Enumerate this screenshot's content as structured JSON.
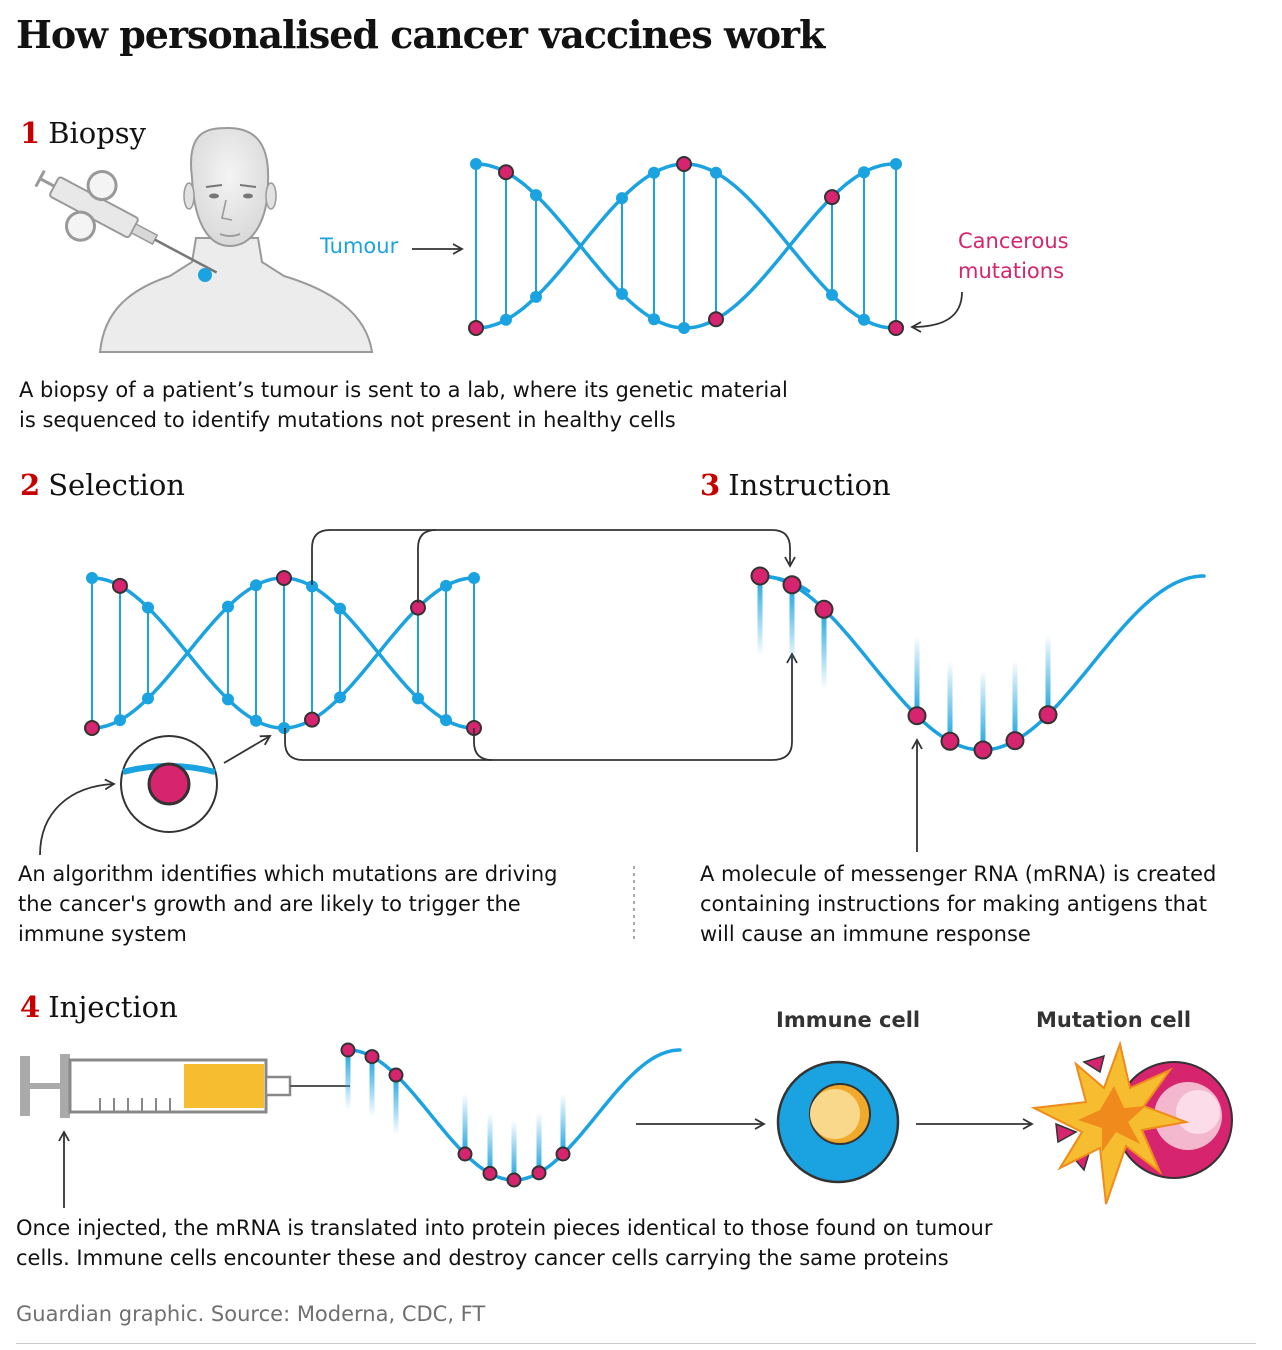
{
  "title": "How personalised cancer vaccines work",
  "steps": [
    {
      "number": "1",
      "title": "Biopsy"
    },
    {
      "number": "2",
      "title": "Selection"
    },
    {
      "number": "3",
      "title": "Instruction"
    },
    {
      "number": "4",
      "title": "Injection"
    }
  ],
  "labels": {
    "tumour": "Tumour",
    "cancerous_mutations": "Cancerous mutations",
    "immune_cell": "Immune cell",
    "mutation_cell": "Mutation cell"
  },
  "descriptions": {
    "biopsy": "A biopsy of a patient’s tumour is sent to a lab, where its genetic material is sequenced to identify mutations not present in healthy cells",
    "selection": "An algorithm identifies which mutations are driving the cancer's growth and are likely to trigger the immune system",
    "instruction": "A molecule of messenger RNA (mRNA) is created containing instructions for making antigens that will cause an immune response",
    "injection": "Once injected, the mRNA is translated into protein pieces identical to those found on tumour cells. Immune cells encounter these and destroy cancer cells carrying the same proteins"
  },
  "footer": "Guardian graphic. Source: Moderna, CDC, FT",
  "colors": {
    "blue": "#1aa3e0",
    "mutation": "#d6246e",
    "step_number": "#c70000",
    "syringe_fill": "#f5bd2f"
  }
}
